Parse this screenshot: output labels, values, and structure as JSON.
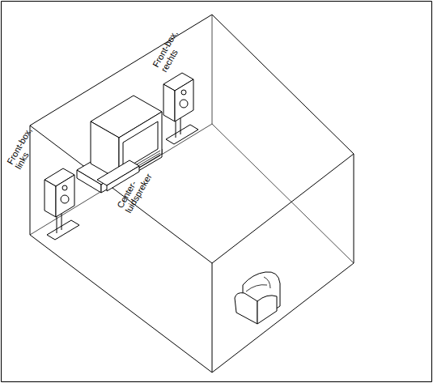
{
  "diagram": {
    "labels": [
      "Front-box, links",
      "Front-box, rechts",
      "Center-luidspreker"
    ]
  }
}
